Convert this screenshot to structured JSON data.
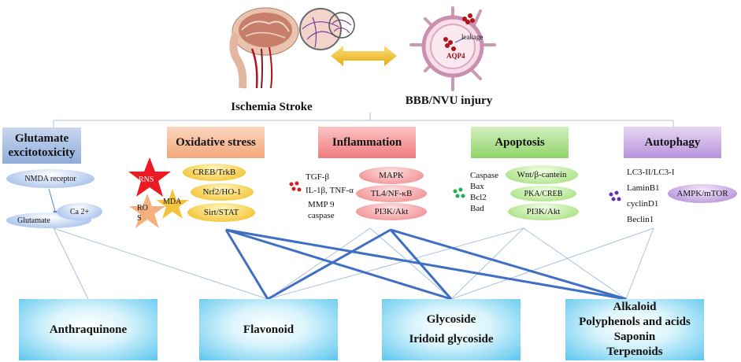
{
  "top": {
    "stroke_label": "Ischemia Stroke",
    "bbb_label": "BBB/NVU injury",
    "leakage": "leakage",
    "aqp4": "AQP4"
  },
  "categories": {
    "glutamate": "Glutamate excitotoxicity",
    "oxidative": "Oxidative stress",
    "inflammation": "Inflammation",
    "apoptosis": "Apoptosis",
    "autophagy": "Autophagy"
  },
  "glutamate": {
    "nmda": "NMDA receptor",
    "glutamate": "Glutamate",
    "ca": "Ca 2+"
  },
  "oxidative": {
    "rns": "RNS",
    "mda": "MDA",
    "ros": "RO S",
    "pills": [
      "CREB/TrkB",
      "Nrf2/HO-1",
      "Sirt/STAT"
    ]
  },
  "inflammation": {
    "markers": [
      "TGF-β",
      "IL-1β, TNF-α",
      "MMP 9",
      "caspase"
    ],
    "pills": [
      "MAPK",
      "TL4/NF-κB",
      "PI3K/Akt"
    ]
  },
  "apoptosis": {
    "markers": [
      "Caspase",
      "Bax",
      "Bcl2",
      "Bad"
    ],
    "pills": [
      "Wnt/β-cantein",
      "PKA/CREB",
      "PI3K/Akt"
    ]
  },
  "autophagy": {
    "markers": [
      "LC3-II/LC3-I",
      "LaminB1",
      "cyclinD1",
      "Beclin1"
    ],
    "pill": "AMPK/mTOR"
  },
  "compounds": {
    "anthraquinone": "Anthraquinone",
    "flavonoid": "Flavonoid",
    "glycoside": "Glycoside",
    "iridoid": "Iridoid glycoside",
    "alkaloid": "Alkaloid",
    "polyphenols": "Polyphenols and acids",
    "saponin": "Saponin",
    "terpenoids": "Terpenoids"
  },
  "colors": {
    "thick_line": "#3f6fc4",
    "thin_line": "#a9c1e3",
    "arrow": "#f2c21f",
    "bottom_box": "#5cc6ef"
  }
}
